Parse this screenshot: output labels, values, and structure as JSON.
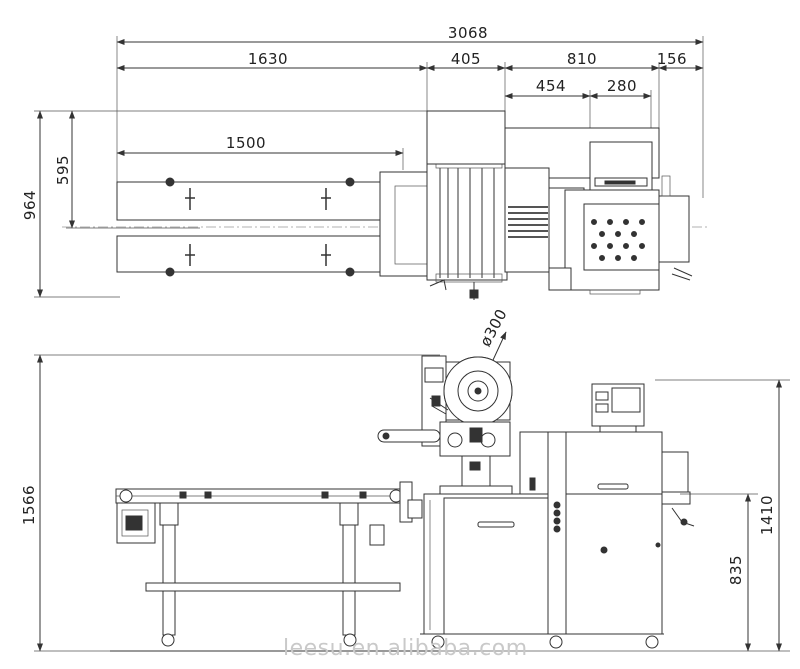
{
  "dimensions": {
    "overall_length": "3068",
    "conveyor_length": "1630",
    "feed_section": "405",
    "machine_body": "810",
    "outfeed": "156",
    "control_offset": "454",
    "panel_width": "280",
    "infeed_length": "1500",
    "plan_width": "595",
    "plan_depth": "964",
    "total_height": "1566",
    "panel_height": "1410",
    "table_height": "835",
    "roll_diameter": "ø300"
  },
  "watermark": "leesu.en.alibaba.com"
}
